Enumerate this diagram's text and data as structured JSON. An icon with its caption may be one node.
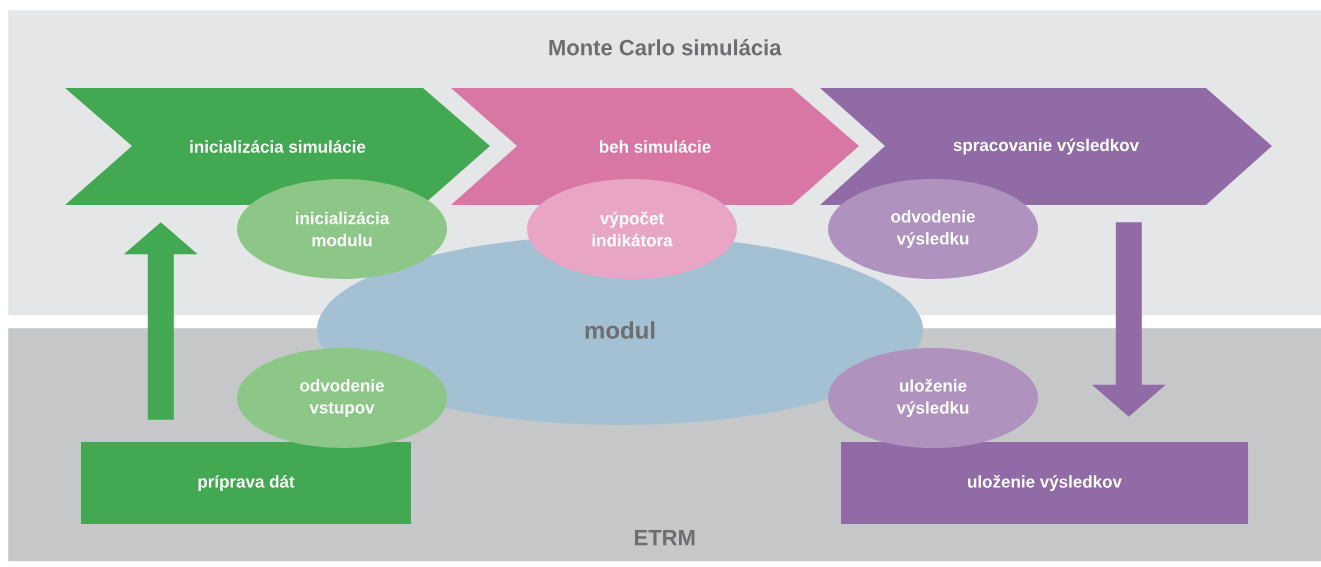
{
  "diagram": {
    "nodes": [
      {
        "text": [
          "Monte Carlo simulácia"
        ]
      },
      {
        "text": [
          "inicializácia simulácie"
        ],
        "in": 0
      },
      {
        "text": [
          "beh simulácie"
        ],
        "in": 0
      },
      {
        "text": [
          "spracovanie výsledkov"
        ],
        "in": 0
      },
      {
        "text": [
          "inicializácia modulu"
        ],
        "in": 0
      },
      {
        "text": [
          "výpočet indikátora"
        ],
        "in": 0
      },
      {
        "text": [
          "odvodenie výsledku"
        ],
        "in": 0
      },
      {
        "text": [
          "modul"
        ]
      },
      {
        "text": [
          "odvodenie vstupov"
        ],
        "in": 10
      },
      {
        "text": [
          "uloženie výsledku"
        ],
        "in": 10
      },
      {
        "text": [
          "ETRM"
        ]
      },
      {
        "text": [
          "príprava dát"
        ],
        "in": 10
      },
      {
        "text": [
          "uloženie výsledkov"
        ],
        "in": 10
      }
    ],
    "edges": [
      {
        "from": 11,
        "to": 1,
        "arrow": "to",
        "color": "#42a851"
      },
      {
        "from": 3,
        "to": 12,
        "arrow": "to",
        "color": "#916ba6"
      }
    ]
  }
}
